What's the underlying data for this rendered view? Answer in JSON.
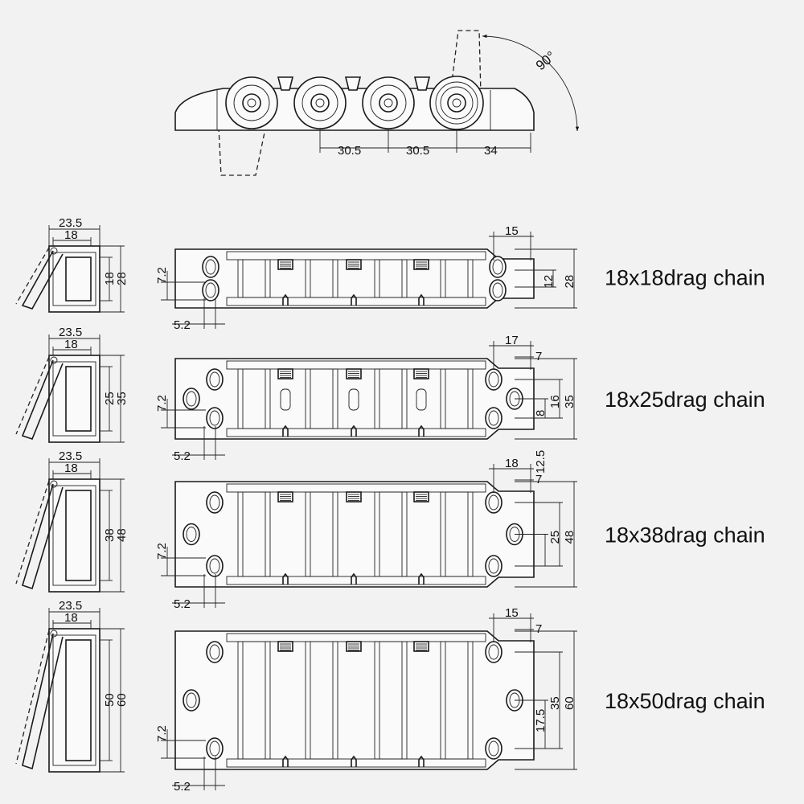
{
  "side_view": {
    "angle_label": "90°",
    "pitch_1": "30.5",
    "pitch_2": "30.5",
    "end_length": "34"
  },
  "rows": [
    {
      "label": "18x18drag chain",
      "outer_width": "23.5",
      "inner_width": "18",
      "inner_height": "18",
      "outer_height": "28",
      "hole_spacing": "7.2",
      "hole_offset": "5.2",
      "right_top": "15",
      "right_top_2": "",
      "right_dims": [
        "12",
        "28"
      ]
    },
    {
      "label": "18x25drag chain",
      "outer_width": "23.5",
      "inner_width": "18",
      "inner_height": "25",
      "outer_height": "35",
      "hole_spacing": "7.2",
      "hole_offset": "5.2",
      "right_top": "17",
      "right_top_2": "7",
      "right_dims": [
        "8",
        "16",
        "35"
      ]
    },
    {
      "label": "18x38drag chain",
      "outer_width": "23.5",
      "inner_width": "18",
      "inner_height": "38",
      "outer_height": "48",
      "hole_spacing": "7.2",
      "hole_offset": "5.2",
      "right_top": "18",
      "right_top_2": "7",
      "right_dims": [
        "12.5",
        "25",
        "48"
      ]
    },
    {
      "label": "18x50drag chain",
      "outer_width": "23.5",
      "inner_width": "18",
      "inner_height": "50",
      "outer_height": "60",
      "hole_spacing": "7.2",
      "hole_offset": "5.2",
      "right_top": "15",
      "right_top_2": "7",
      "right_dims": [
        "17.5",
        "35",
        "60"
      ]
    }
  ]
}
